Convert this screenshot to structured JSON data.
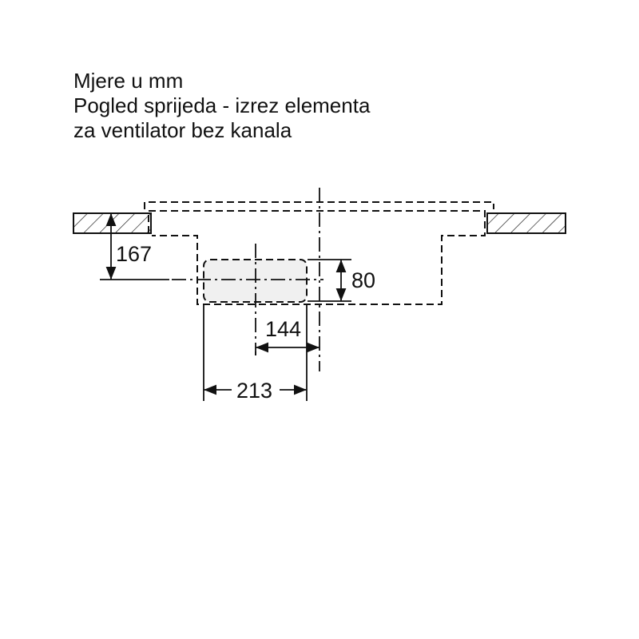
{
  "title": {
    "lines": [
      "Mjere u mm",
      "Pogled sprijeda - izrez elementa",
      "za ventilator bez kanala"
    ]
  },
  "dimensions": {
    "height_to_duct_center": "167",
    "duct_height": "80",
    "duct_center_offset": "144",
    "duct_width": "213"
  }
}
